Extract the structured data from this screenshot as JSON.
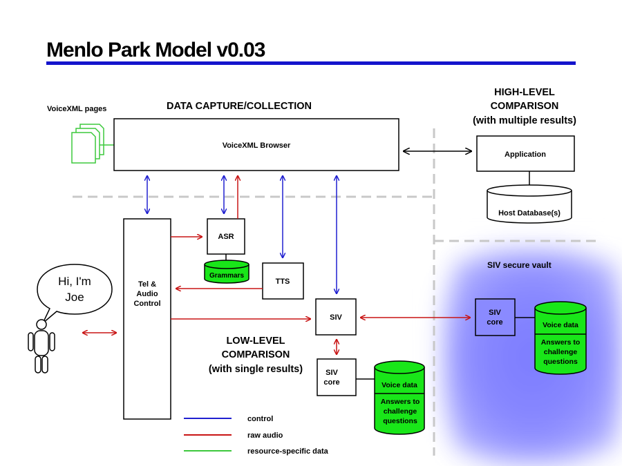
{
  "title": "Menlo Park Model v0.03",
  "labels": {
    "voicexml_pages": "VoiceXML pages",
    "data_capture": "DATA CAPTURE/COLLECTION",
    "high_level_1": "HIGH-LEVEL",
    "high_level_2": "COMPARISON",
    "high_level_3": "(with multiple results)",
    "low_level_1": "LOW-LEVEL",
    "low_level_2": "COMPARISON",
    "low_level_3": "(with single results)",
    "siv_secure_vault": "SIV secure vault"
  },
  "boxes": {
    "browser": "VoiceXML Browser",
    "application": "Application",
    "host_db": "Host Database(s)",
    "asr": "ASR",
    "grammars": "Grammars",
    "tts": "TTS",
    "tel_1": "Tel &",
    "tel_2": "Audio",
    "tel_3": "Control",
    "siv": "SIV",
    "siv_core_1": "SIV",
    "siv_core_2": "core",
    "vault_core_1": "SIV",
    "vault_core_2": "core"
  },
  "voice_db": {
    "line1": "Voice data",
    "line2": "Answers to",
    "line3": "challenge",
    "line4": "questions"
  },
  "speech_bubble": {
    "line1": "Hi, I'm",
    "line2": "Joe"
  },
  "legend": [
    {
      "label": "control",
      "color": "#1f1fd0"
    },
    {
      "label": "raw audio",
      "color": "#c81414"
    },
    {
      "label": "resource-specific data",
      "color": "#3cc83c"
    }
  ],
  "colors": {
    "title_rule": "#1414cc",
    "control": "#1f1fd0",
    "raw_audio": "#c81414",
    "resource": "#3cc83c",
    "db_fill": "#19e619",
    "divider": "#c8c8c8",
    "vault_glow": "#6e6eff"
  }
}
